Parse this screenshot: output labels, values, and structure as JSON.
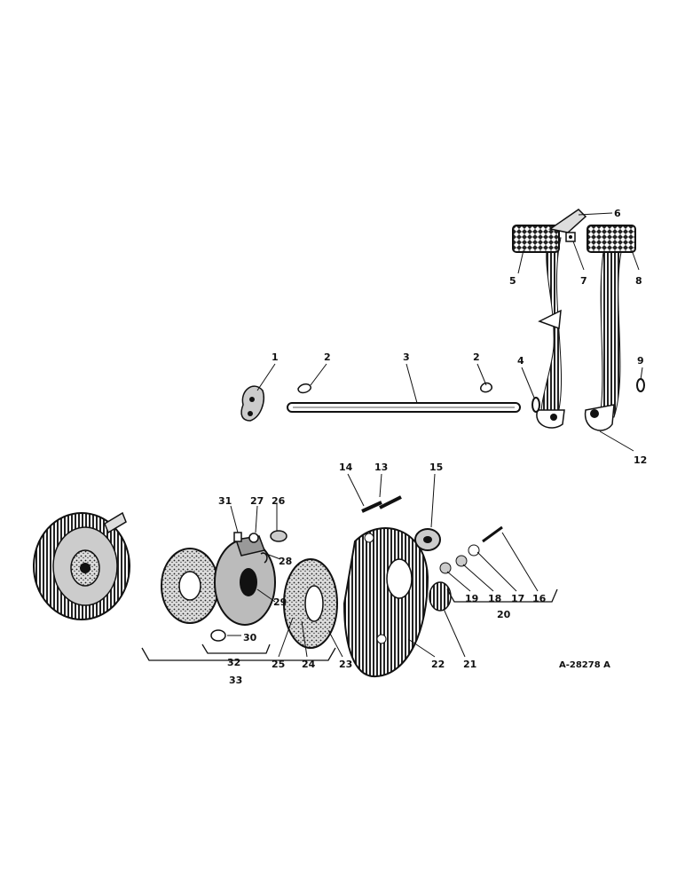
{
  "figure": {
    "reference_code": "A-28278 A",
    "callouts": [
      "1",
      "2",
      "3",
      "2",
      "4",
      "5",
      "6",
      "7",
      "8",
      "9",
      "12",
      "13",
      "14",
      "15",
      "16",
      "17",
      "18",
      "19",
      "20",
      "21",
      "22",
      "23",
      "24",
      "25",
      "26",
      "27",
      "28",
      "29",
      "30",
      "31",
      "32",
      "33"
    ]
  },
  "colors": {
    "ink": "#111111",
    "paper": "#ffffff",
    "shade": "#555555"
  }
}
